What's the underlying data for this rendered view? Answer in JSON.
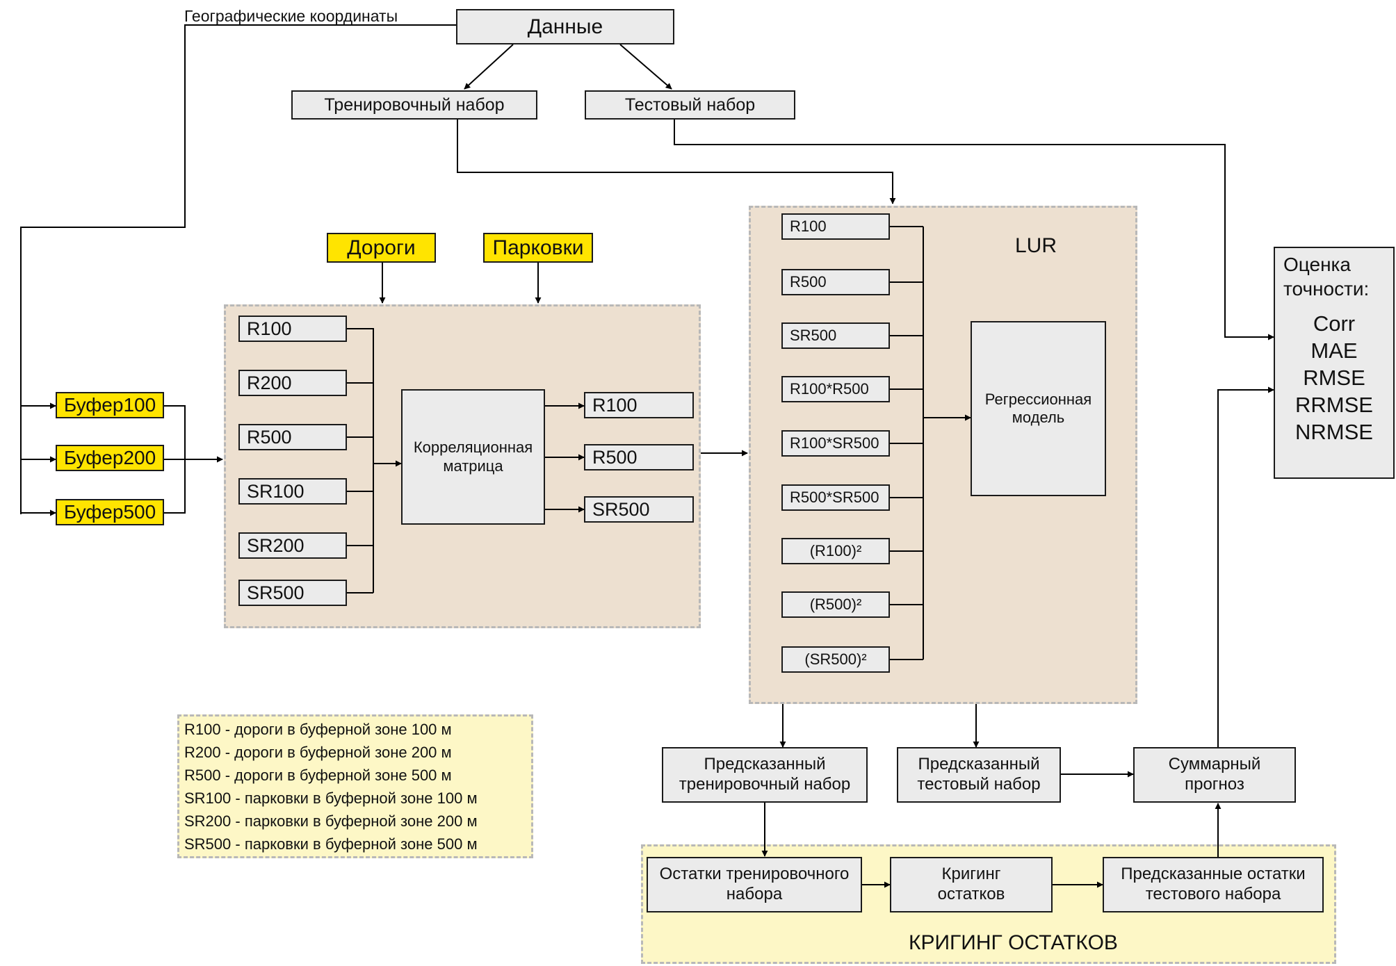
{
  "geo_label": "Географические координаты",
  "data_box": "Данные",
  "train_set": "Тренировочный набор",
  "test_set": "Тестовый набор",
  "roads": "Дороги",
  "parkings": "Парковки",
  "buffers": [
    "Буфер100",
    "Буфер200",
    "Буфер500"
  ],
  "corr_inputs": [
    "R100",
    "R200",
    "R500",
    "SR100",
    "SR200",
    "SR500"
  ],
  "corr_matrix": "Корреляционная матрица",
  "corr_outputs": [
    "R100",
    "R500",
    "SR500"
  ],
  "lur_title": "LUR",
  "lur_inputs": [
    "R100",
    "R500",
    "SR500",
    "R100*R500",
    "R100*SR500",
    "R500*SR500",
    "(R100)²",
    "(R500)²",
    "(SR500)²"
  ],
  "regression_model": "Регрессионная модель",
  "accuracy": {
    "title": "Оценка точности:",
    "metrics": [
      "Corr",
      "MAE",
      "RMSE",
      "RRMSE",
      "NRMSE"
    ]
  },
  "legend": [
    "R100 - дороги в буферной зоне 100 м",
    "R200 - дороги в буферной зоне 200 м",
    "R500 - дороги в буферной зоне 500 м",
    "SR100 - парковки в буферной зоне 100 м",
    "SR200 - парковки в буферной зоне 200 м",
    "SR500 - парковки в буферной зоне 500 м"
  ],
  "predicted_train": "Предсказанный тренировочный набор",
  "predicted_test": "Предсказанный тестовый набор",
  "summary_forecast": "Суммарный прогноз",
  "residuals_train": "Остатки тренировочного набора",
  "kriging_residuals": "Кригинг остатков",
  "predicted_residuals_test": "Предсказанные остатки тестового набора",
  "kriging_title": "КРИГИНГ ОСТАТКОВ"
}
